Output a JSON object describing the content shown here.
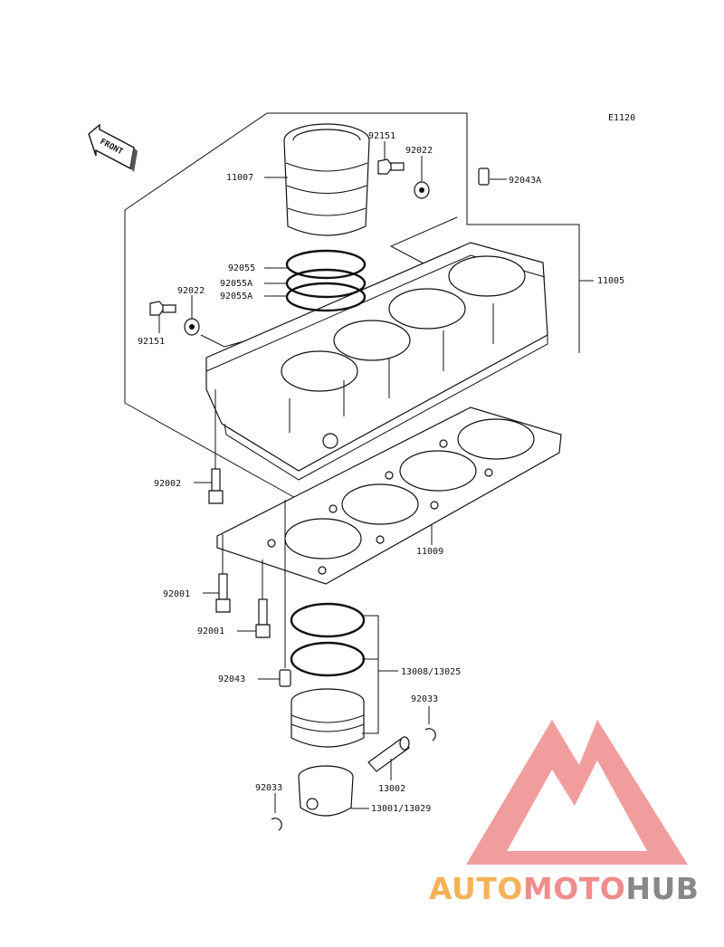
{
  "diagram_code": "E1120",
  "front_label": "FRONT",
  "parts": {
    "p11007": "11007",
    "p92151_top": "92151",
    "p92022_top": "92022",
    "p92043A": "92043A",
    "p11005": "11005",
    "p92055": "92055",
    "p92055A_1": "92055A",
    "p92055A_2": "92055A",
    "p92022_left": "92022",
    "p92151_left": "92151",
    "p92002": "92002",
    "p11009": "11009",
    "p92001_1": "92001",
    "p92001_2": "92001",
    "p13008": "13008/13025",
    "p92043": "92043",
    "p92033_right": "92033",
    "p13002": "13002",
    "p92033_left": "92033",
    "p13001": "13001/13029"
  },
  "watermark": {
    "part1": "AUTO",
    "part2": "MOTO",
    "part3": "HUB",
    "color_auto": "#f5b25a",
    "color_moto": "#f08c8c",
    "color_hub": "#888888",
    "triangle_color": "#f08c8c"
  }
}
